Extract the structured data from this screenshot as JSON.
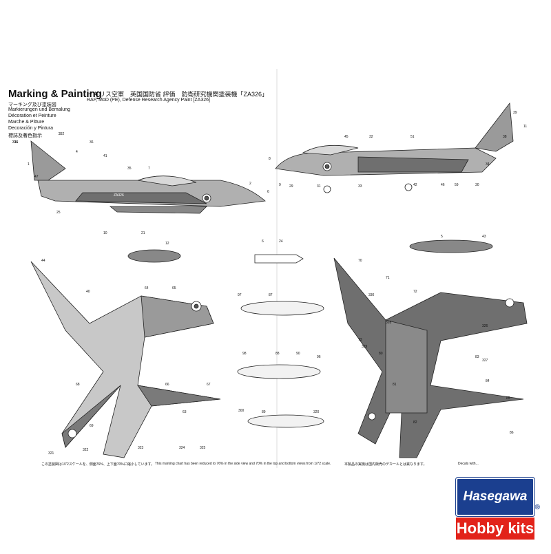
{
  "sheet": {
    "title": "Marking & Painting",
    "title_jp": "イギリス空軍　英国国防省 評価　防衛研究機関塗装機「ZA326」",
    "title_en": "RAF, MoD (PE), Defense Research Agency Paint [ZA326]",
    "subtitles": [
      "マーキング及び塗装図",
      "Markierungen und Bemalung",
      "Décoration et Peinture",
      "Marche & Pitture",
      "Decoración y Pintura",
      "標誌及著色指示"
    ],
    "serial": "ZA326",
    "footer_jp": "この塗装図は1/72スケールを、側面76%、上下面70%に縮小しています。",
    "footer_en": "This marking chart has been reduced to 76% in the side view and 70% in the top and bottom views from 1/72 scale.",
    "footer_jp2": "本製品の実機は国内販売のデカールとは異なります。",
    "footer_decal": "Decals with..."
  },
  "callouts": [
    "316",
    "3",
    "36",
    "41",
    "4",
    "7",
    "35",
    "47",
    "1",
    "25",
    "2",
    "6",
    "8",
    "9",
    "29",
    "31",
    "33",
    "32",
    "51",
    "45",
    "42",
    "46",
    "59",
    "30",
    "34",
    "38",
    "39",
    "11",
    "10",
    "21",
    "12",
    "6",
    "24",
    "5",
    "43",
    "44",
    "40",
    "64",
    "65",
    "66",
    "63",
    "67",
    "68",
    "69",
    "70",
    "71",
    "72",
    "73",
    "80",
    "81",
    "82",
    "83",
    "84",
    "85",
    "86",
    "87",
    "88",
    "89",
    "90",
    "96",
    "97",
    "98",
    "300",
    "320",
    "321",
    "322",
    "323",
    "324",
    "325",
    "326",
    "327",
    "328",
    "329",
    "330",
    "331",
    "332"
  ],
  "logo": {
    "brand": "Hasegawa",
    "reg": "®",
    "sub": "Hobby kits"
  },
  "colors": {
    "camo_dark": "#7a7a7a",
    "camo_light": "#c8c8c8",
    "logo_blue": "#1b3f8f",
    "logo_red": "#e2231a"
  }
}
